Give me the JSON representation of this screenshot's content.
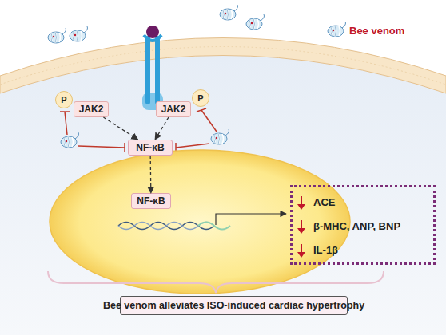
{
  "diagram": {
    "nodes": [
      {
        "text": [
          "JAK2"
        ]
      },
      {
        "text": [
          "P"
        ]
      },
      {
        "text": [
          "JAK2"
        ]
      },
      {
        "text": [
          "P"
        ]
      },
      {
        "text": [
          "NF-κB"
        ]
      },
      {
        "text": [
          "NF-κB"
        ]
      },
      {
        "text": [
          "ACE",
          "β-MHC, ANP, BNP",
          "IL-1β"
        ]
      },
      {
        "text": [
          "Bee venom alleviates ISO-induced cardiac hypertrophy"
        ]
      }
    ],
    "edges": [
      {
        "from": 0,
        "to": 4,
        "arrow": "to"
      },
      {
        "from": 2,
        "to": 4,
        "arrow": "to"
      },
      {
        "from": 4,
        "to": 5,
        "arrow": "to"
      }
    ],
    "labels": [
      "Bee venom"
    ]
  }
}
